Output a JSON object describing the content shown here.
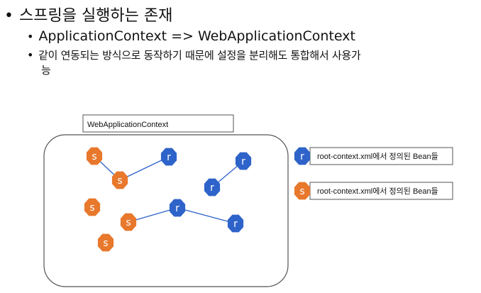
{
  "heading": {
    "bullet": "•",
    "text": "스프링을 실행하는 존재"
  },
  "subbullets": [
    {
      "bullet": "•",
      "text": "ApplicationContext => WebApplicationContext"
    },
    {
      "bullet": "•",
      "text": "같이 연동되는 방식으로 동작하기 때문에 설정을 분리해도 통합해서 사용가",
      "continuation": "능"
    }
  ],
  "diagram": {
    "context_label": "WebApplicationContext",
    "colors": {
      "blue": "#2e63c9",
      "orange": "#e8782c",
      "line": "#2e63c9",
      "border": "#555555"
    },
    "nodes": [
      {
        "id": "s1",
        "letter": "s",
        "kind": "orange"
      },
      {
        "id": "s2",
        "letter": "s",
        "kind": "orange"
      },
      {
        "id": "r1",
        "letter": "r",
        "kind": "blue"
      },
      {
        "id": "r2",
        "letter": "r",
        "kind": "blue"
      },
      {
        "id": "r3",
        "letter": "r",
        "kind": "blue"
      },
      {
        "id": "s3",
        "letter": "s",
        "kind": "orange"
      },
      {
        "id": "s4",
        "letter": "s",
        "kind": "orange"
      },
      {
        "id": "r4",
        "letter": "r",
        "kind": "blue"
      },
      {
        "id": "r5",
        "letter": "r",
        "kind": "blue"
      },
      {
        "id": "s5",
        "letter": "s",
        "kind": "orange"
      }
    ],
    "edges": [
      [
        "s1",
        "s2"
      ],
      [
        "s2",
        "r1"
      ],
      [
        "r2",
        "r3"
      ],
      [
        "s4",
        "r4"
      ],
      [
        "r4",
        "r5"
      ]
    ],
    "legend": [
      {
        "letter": "r",
        "kind": "blue",
        "label": "root-context.xml에서 정의된 Bean들"
      },
      {
        "letter": "s",
        "kind": "orange",
        "label": "root-context.xml에서 정의된 Bean들"
      }
    ]
  }
}
